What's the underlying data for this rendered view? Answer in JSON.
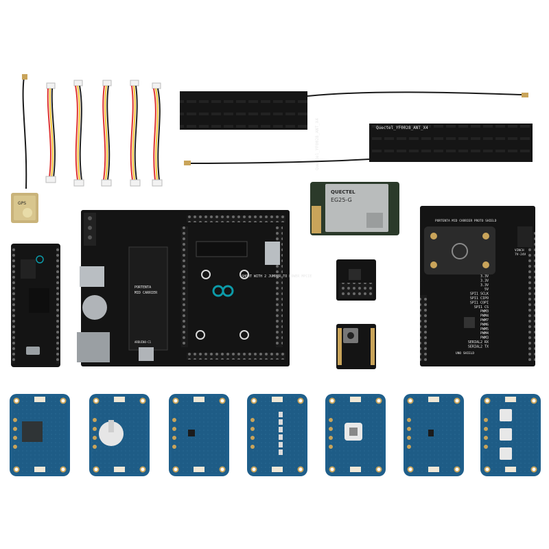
{
  "antenna_left_label": "Quectel_YF0028_ANT_X4",
  "antenna_right_label": "Quectel_YF0028_ANT_X4",
  "modem": {
    "brand": "QUECTEL",
    "model": "EG25-G"
  },
  "carrier_board": {
    "title": "PORTENTA MID CARRIER",
    "pcie_note": "SHORT WITH 2 JUMPER TO POWER MPCIE",
    "title_left": "PORTENTA",
    "title_left_2": "MID CARRIER",
    "sd_label": "ARDUINO-C1"
  },
  "proto_shield": {
    "title": "PORTENTA MID CARRIER PROTO SHIELD",
    "bottom_label": "UNO SHIELD",
    "vin_label": "VINCH",
    "vin_range": "7V-24V",
    "pins": [
      "3.3V",
      "3.3V",
      "3.3V",
      "5V",
      "SPI1 SCLK",
      "SPI1 CIPO",
      "SPI1 COPI",
      "SPI1 CS",
      "PWM3",
      "PWM4",
      "PWM7",
      "PWM6",
      "PWM5",
      "PWM4",
      "PWM3",
      "SERIAL2 RX",
      "SERIAL2 TX"
    ]
  },
  "gps_label": "GPS"
}
